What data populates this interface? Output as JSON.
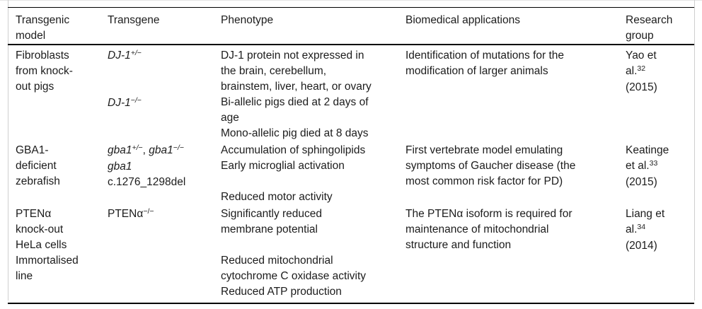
{
  "figure": {
    "colors": {
      "text": "#1c1c1c",
      "rules": "#000000",
      "side_border": "#cfcfcf"
    }
  },
  "table": {
    "columns": [
      {
        "id": "model",
        "label": "Transgenic\nmodel"
      },
      {
        "id": "transgene",
        "label": "Transgene"
      },
      {
        "id": "phenotype",
        "label": "Phenotype"
      },
      {
        "id": "applications",
        "label": "Biomedical applications"
      },
      {
        "id": "research",
        "label": "Research\ngroup"
      }
    ],
    "rows": [
      {
        "cells": {
          "model": [
            [
              [
                "Fibroblasts",
                ""
              ]
            ],
            [
              [
                "from knock-",
                ""
              ]
            ],
            [
              [
                "out pigs",
                ""
              ]
            ]
          ],
          "transgene": [
            [
              [
                "DJ-1",
                "i"
              ],
              [
                "+/−",
                "is"
              ]
            ],
            [],
            [],
            [
              [
                "DJ-1",
                "i"
              ],
              [
                "−/−",
                "is"
              ]
            ]
          ],
          "phenotype": [
            [
              [
                "DJ-1 protein not expressed in",
                ""
              ]
            ],
            [
              [
                "the brain, cerebellum,",
                ""
              ]
            ],
            [
              [
                "brainstem, liver, heart, or ovary",
                ""
              ]
            ],
            [
              [
                "Bi-allelic pigs died at 2 days of",
                ""
              ]
            ],
            [
              [
                "age",
                ""
              ]
            ],
            [
              [
                "Mono-allelic pig died at 8 days",
                ""
              ]
            ]
          ],
          "applications": [
            [
              [
                "Identification of mutations for the",
                ""
              ]
            ],
            [
              [
                "modification of larger animals",
                ""
              ]
            ]
          ],
          "research": [
            [
              [
                "Yao et",
                ""
              ]
            ],
            [
              [
                "al.",
                ""
              ],
              [
                "32",
                "s"
              ]
            ],
            [
              [
                "(2015)",
                ""
              ]
            ]
          ]
        }
      },
      {
        "cells": {
          "model": [
            [
              [
                "GBA1-",
                ""
              ]
            ],
            [
              [
                "deficient",
                ""
              ]
            ],
            [
              [
                "zebrafish",
                ""
              ]
            ]
          ],
          "transgene": [
            [
              [
                "gba1",
                "i"
              ],
              [
                "+/−",
                "is"
              ],
              [
                ", ",
                ""
              ],
              [
                "gba1",
                "i"
              ],
              [
                "−/−",
                "is"
              ]
            ],
            [
              [
                "gba1",
                "i"
              ]
            ],
            [
              [
                "c.1276_1298del",
                ""
              ]
            ]
          ],
          "phenotype": [
            [
              [
                "Accumulation of sphingolipids",
                ""
              ]
            ],
            [
              [
                "Early microglial activation",
                ""
              ]
            ],
            [],
            [
              [
                "Reduced motor activity",
                ""
              ]
            ]
          ],
          "applications": [
            [
              [
                "First vertebrate model emulating",
                ""
              ]
            ],
            [
              [
                "symptoms of Gaucher disease (the",
                ""
              ]
            ],
            [
              [
                "most common risk factor for PD)",
                ""
              ]
            ]
          ],
          "research": [
            [
              [
                "Keatinge",
                ""
              ]
            ],
            [
              [
                "et al.",
                ""
              ],
              [
                "33",
                "s"
              ]
            ],
            [
              [
                "(2015)",
                ""
              ]
            ]
          ]
        }
      },
      {
        "cells": {
          "model": [
            [
              [
                "PTENα",
                ""
              ]
            ],
            [
              [
                "knock-out",
                ""
              ]
            ],
            [
              [
                "HeLa cells",
                ""
              ]
            ],
            [
              [
                "Immortalised",
                ""
              ]
            ],
            [
              [
                "line",
                ""
              ]
            ]
          ],
          "transgene": [
            [
              [
                "PTENα",
                ""
              ],
              [
                "−/−",
                "s"
              ]
            ]
          ],
          "phenotype": [
            [
              [
                "Significantly reduced",
                ""
              ]
            ],
            [
              [
                "membrane potential",
                ""
              ]
            ],
            [],
            [
              [
                "Reduced mitochondrial",
                ""
              ]
            ],
            [
              [
                "cytochrome C oxidase activity",
                ""
              ]
            ],
            [
              [
                "Reduced ATP production",
                ""
              ]
            ]
          ],
          "applications": [
            [
              [
                "The PTENα isoform is required for",
                ""
              ]
            ],
            [
              [
                "maintenance of mitochondrial",
                ""
              ]
            ],
            [
              [
                "structure and function",
                ""
              ]
            ]
          ],
          "research": [
            [
              [
                "Liang et",
                ""
              ]
            ],
            [
              [
                "al.",
                ""
              ],
              [
                "34",
                "s"
              ]
            ],
            [
              [
                "(2014)",
                ""
              ]
            ]
          ]
        }
      }
    ]
  }
}
